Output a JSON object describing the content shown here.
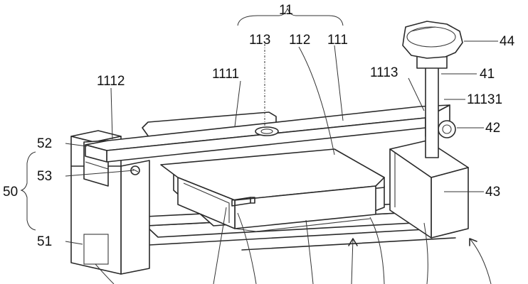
{
  "labels": {
    "l11": "11",
    "l113": "113",
    "l112": "112",
    "l111": "111",
    "l44": "44",
    "l1112": "1112",
    "l1111": "1111",
    "l1113": "1113",
    "l41": "41",
    "l11131": "11131",
    "l42": "42",
    "l52": "52",
    "l53": "53",
    "l50": "50",
    "l43": "43",
    "l51": "51"
  }
}
